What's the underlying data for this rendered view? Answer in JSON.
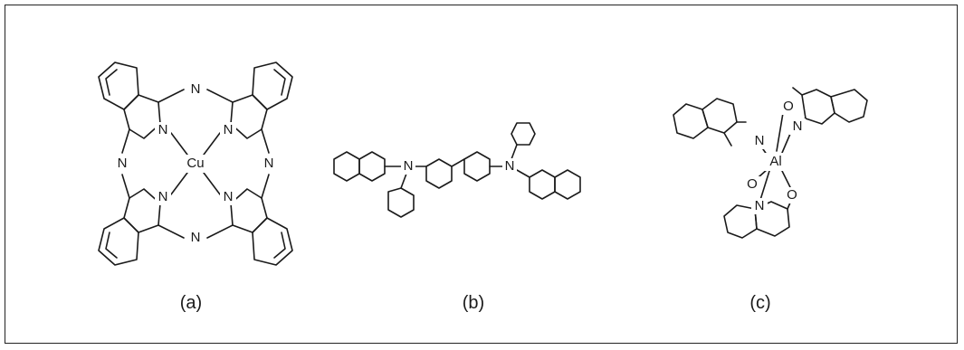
{
  "figure": {
    "structures": [
      {
        "id": "a",
        "caption": "(a)",
        "metal_label": "Cu",
        "atom_label": "N"
      },
      {
        "id": "b",
        "caption": "(b)",
        "atom_label": "N"
      },
      {
        "id": "c",
        "caption": "(c)",
        "metal_label": "Al",
        "atom_label_n": "N",
        "atom_label_o": "O"
      }
    ]
  }
}
